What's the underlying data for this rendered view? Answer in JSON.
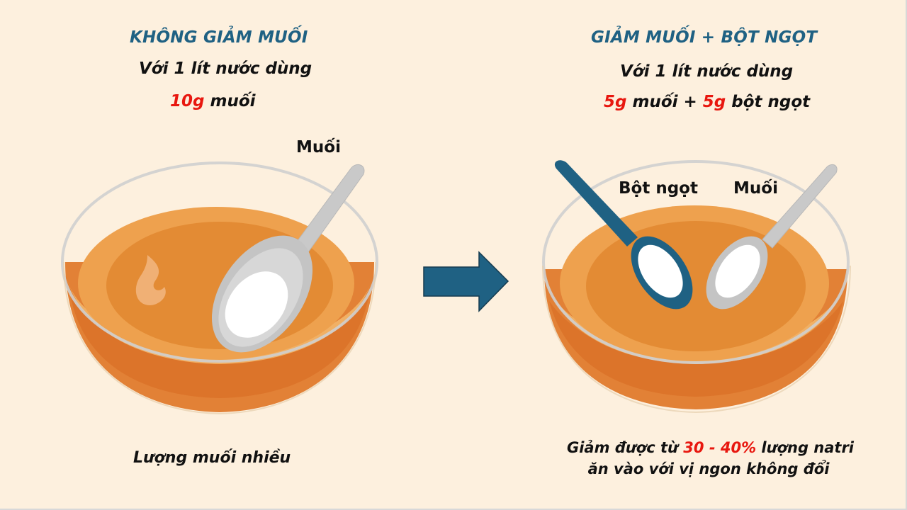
{
  "left_panel": {
    "title": "KHÔNG GIẢM MUỐI",
    "subtitle": "Với 1 lít nước dùng",
    "amount": {
      "value": "10g",
      "unit": " muối"
    },
    "spoon_label": "Muối",
    "caption": "Lượng muối nhiều"
  },
  "arrow": {
    "icon": "right-arrow-icon",
    "color": "#1f6183"
  },
  "right_panel": {
    "title": "GIẢM MUỐI + BỘT NGỌT",
    "subtitle": "Với 1 lít nước dùng",
    "amount": {
      "salt_value": "5g",
      "salt_unit": " muối + ",
      "msg_value": "5g",
      "msg_unit": " bột ngọt"
    },
    "spoon_labels": {
      "msg": "Bột ngọt",
      "salt": "Muối"
    },
    "caption": {
      "line1_pre": "Giảm được từ ",
      "line1_highlight": "30 - 40%",
      "line1_post": " lượng natri",
      "line2": "ăn vào với vị ngon không đổi"
    }
  },
  "colors": {
    "background": "#fdf0de",
    "title_blue": "#1f6183",
    "highlight_red": "#e8170f",
    "soup_orange": "#e8913a",
    "spoon_silver": "#c9c9c9",
    "spoon_blue": "#1f6183"
  }
}
